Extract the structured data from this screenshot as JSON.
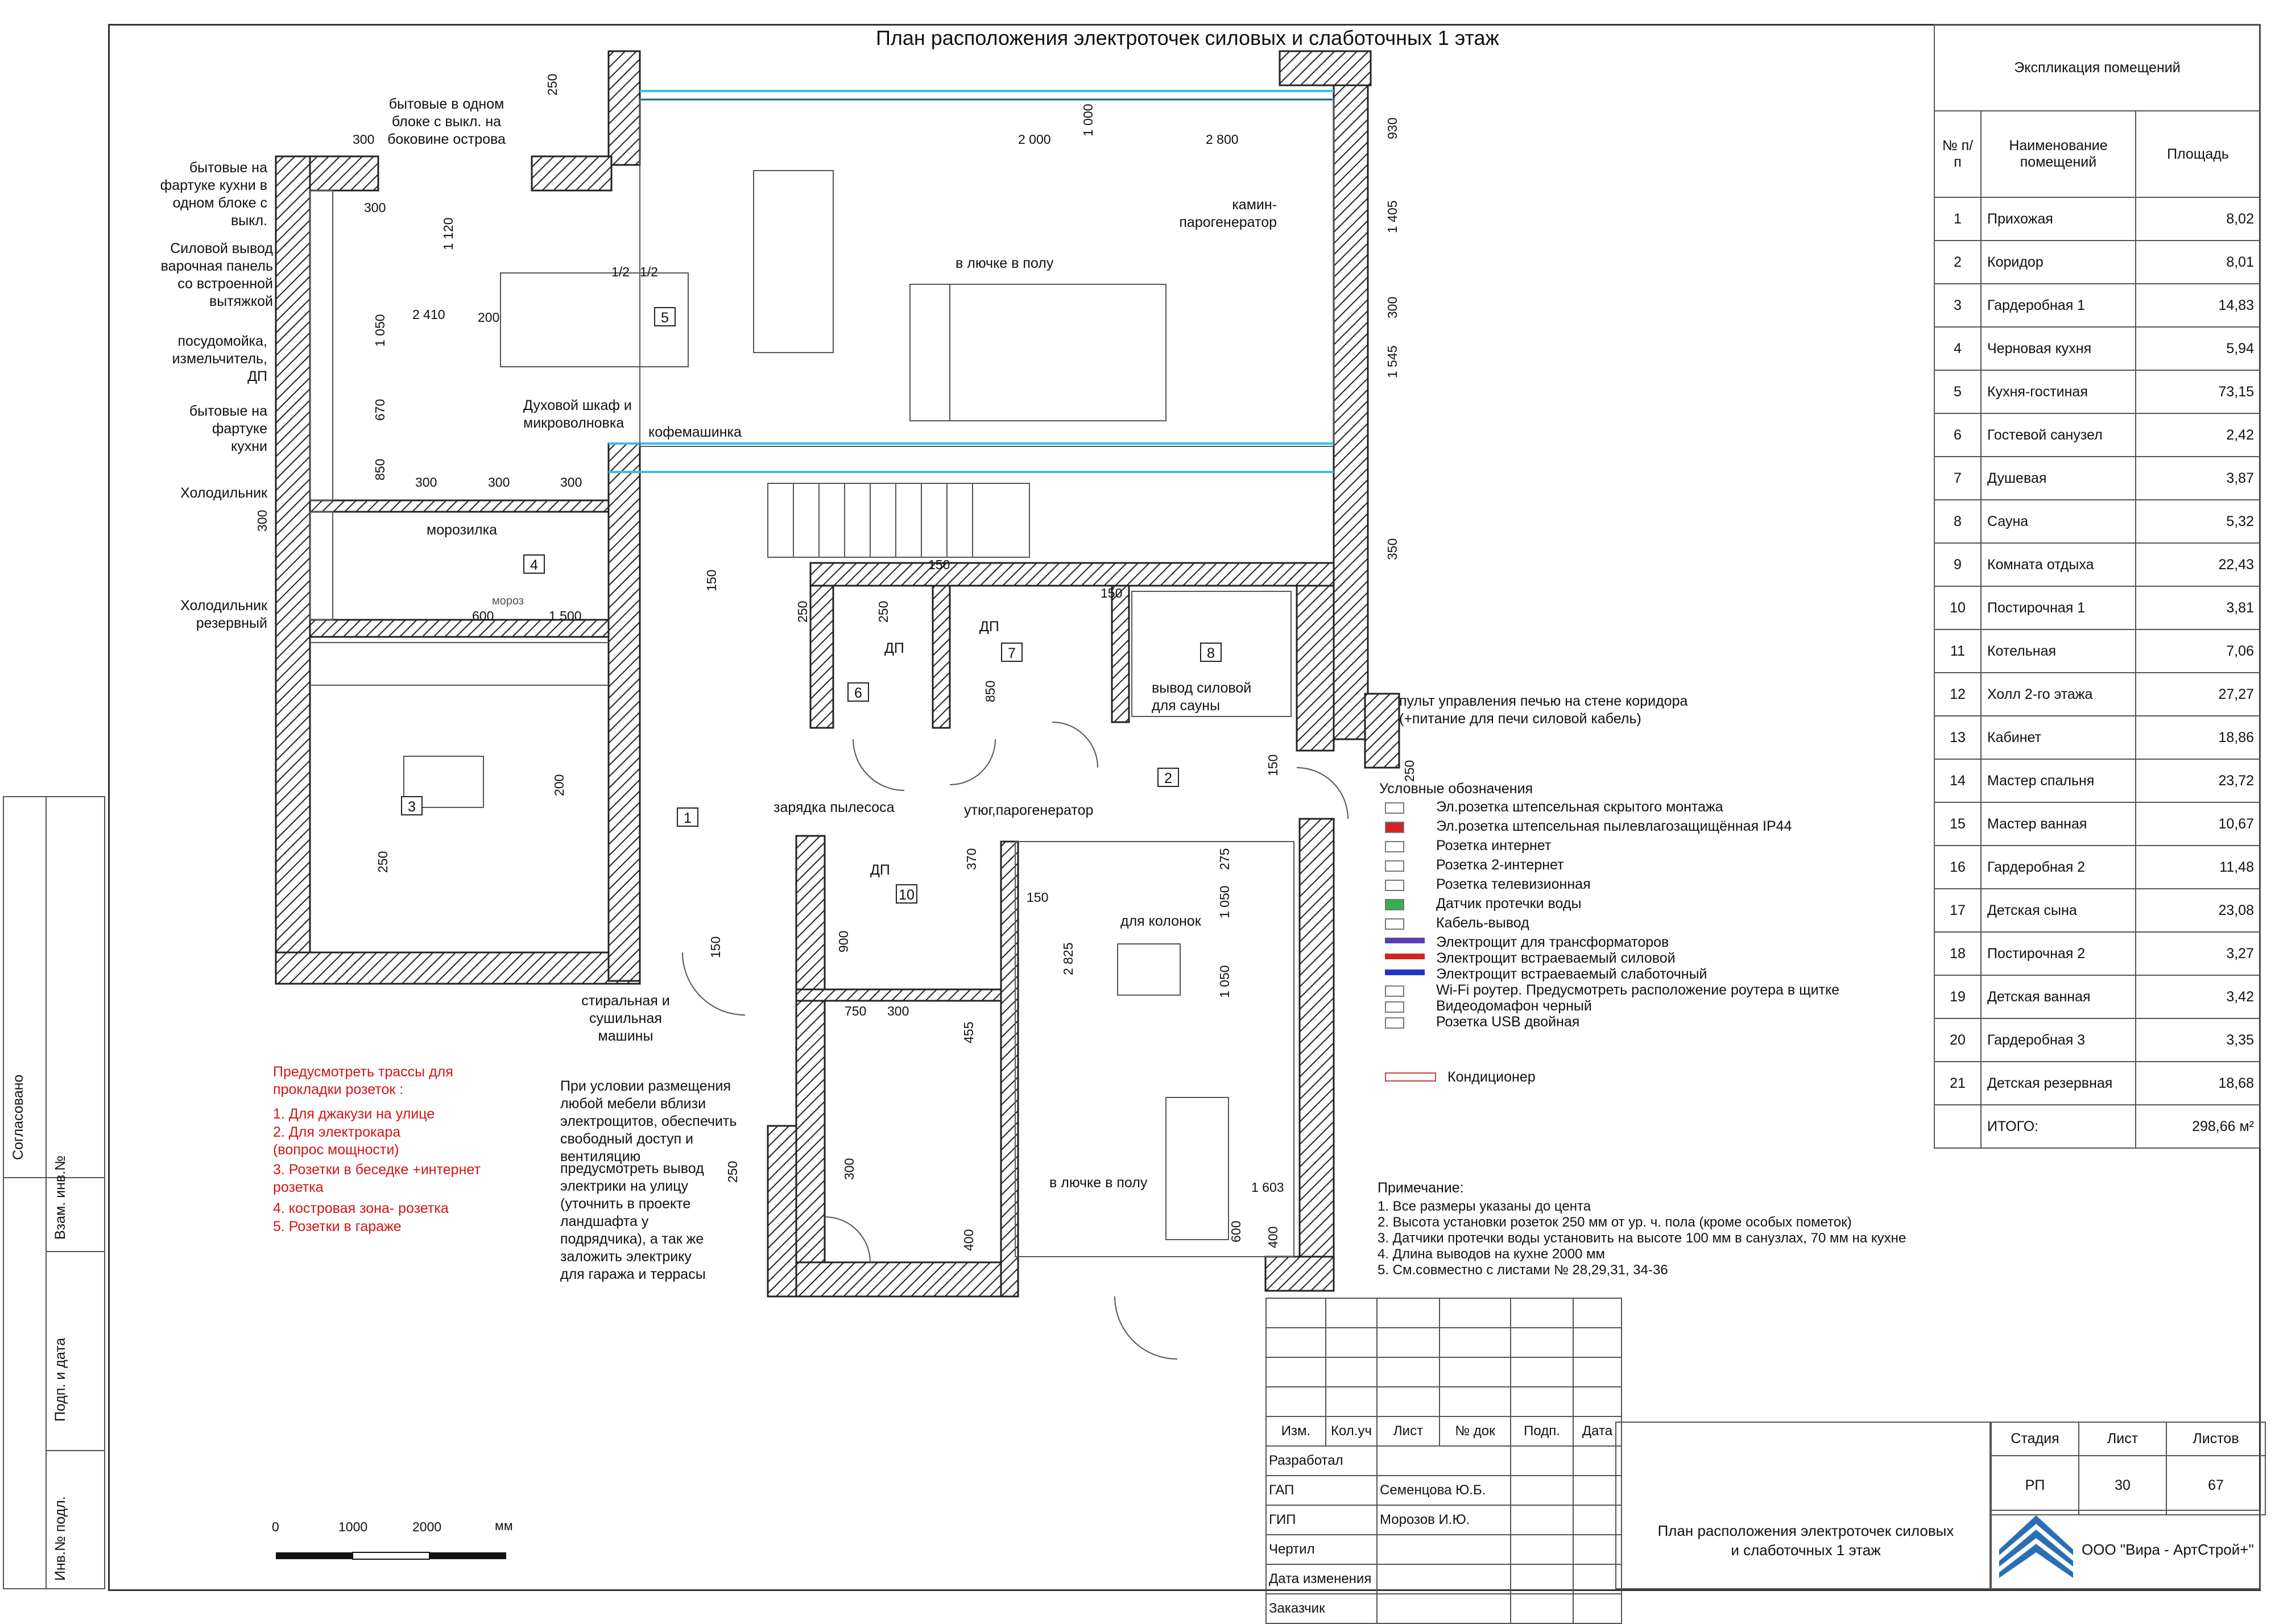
{
  "title": "План расположения электроточек силовых и слаботочных 1 этаж",
  "rooms": [
    "1",
    "2",
    "3",
    "4",
    "5",
    "6",
    "7",
    "8",
    "10"
  ],
  "annotations": {
    "a1": "бытовые в одном блоке с выкл. на боковине острова",
    "a2": "бытовые на фартуке кухни в одном блоке с выкл.",
    "a3": "Силовой вывод варочная панель со встроенной вытяжкой",
    "a4": "посудомойка, измельчитель, ДП",
    "a5": "бытовые на фартуке кухни",
    "a6": "Холодильник",
    "a7": "Холодильник резервный",
    "a8": "Духовой шкаф и микроволновка",
    "a9": "кофемашинка",
    "a10": "морозилка",
    "a11": "в лючке в полу",
    "a12": "камин-парогенератор",
    "a13": "ДП",
    "a14": "ДП",
    "a15": "вывод силовой для сауны",
    "a16": "пульт управления печью на стене коридора (+питание для печи силовой кабель)",
    "a17": "зарядка пылесоса",
    "a18": "утюг,парогенератор",
    "a19": "ДП",
    "a20": "для колонок",
    "a21": "стиральная и сушильная машины",
    "a22": "При условии размещения любой мебели вблизи электрощитов, обеспечить свободный доступ и вентиляцию",
    "a23": "предусмотреть вывод электрики на улицу (уточнить в проекте ландшафта у подрядчика), а так же заложить электрику для гаража и террасы",
    "a24": "в лючке в полу",
    "a25": "мороз"
  },
  "red_note": {
    "heading": "Предусмотреть трассы для прокладки розеток :",
    "items": [
      "1. Для джакузи на улице",
      "2. Для электрокара (вопрос мощности)",
      "3. Розетки в беседке +интернет розетка",
      "4. костровая зона- розетка",
      "5. Розетки в гараже"
    ]
  },
  "dims": {
    "d250a": "250",
    "d930": "930",
    "d300a": "300",
    "d2000": "2 000",
    "d1000": "1 000",
    "d2800": "2 800",
    "d300b": "300",
    "d1120": "1 120",
    "d1405": "1 405",
    "d12a": "1/2",
    "d12b": "1/2",
    "d2410": "2 410",
    "d200a": "200",
    "d1050a": "1 050",
    "d300c": "300",
    "d1545": "1 545",
    "d670": "670",
    "d850a": "850",
    "d300d": "300",
    "d300e": "300",
    "d300f": "300",
    "d300g": "300",
    "d350": "350",
    "d600": "600",
    "d1500": "1 500",
    "d150a": "150",
    "d250b": "250",
    "d150b": "150",
    "d250c": "250",
    "d150c": "150",
    "d850b": "850",
    "d150d": "150",
    "d250d": "250",
    "d200b": "200",
    "d250e": "250",
    "d370": "370",
    "d1050b": "1 050",
    "d275": "275",
    "d150e": "150",
    "d2825": "2 825",
    "d900": "900",
    "d750": "750",
    "d300h": "300",
    "d455": "455",
    "d1050c": "1 050",
    "d150f": "150",
    "d250f": "250",
    "d300i": "300",
    "d400a": "400",
    "d1603": "1 603",
    "d600b": "600",
    "d400b": "400"
  },
  "explication": {
    "title": "Экспликация помещений",
    "headers": [
      "№ п/п",
      "Наименование помещений",
      "Площадь"
    ],
    "rows": [
      [
        "1",
        "Прихожая",
        "8,02"
      ],
      [
        "2",
        "Коридор",
        "8,01"
      ],
      [
        "3",
        "Гардеробная 1",
        "14,83"
      ],
      [
        "4",
        "Черновая кухня",
        "5,94"
      ],
      [
        "5",
        "Кухня-гостиная",
        "73,15"
      ],
      [
        "6",
        "Гостевой санузел",
        "2,42"
      ],
      [
        "7",
        "Душевая",
        "3,87"
      ],
      [
        "8",
        "Сауна",
        "5,32"
      ],
      [
        "9",
        "Комната отдыха",
        "22,43"
      ],
      [
        "10",
        "Постирочная 1",
        "3,81"
      ],
      [
        "11",
        "Котельная",
        "7,06"
      ],
      [
        "12",
        "Холл 2-го этажа",
        "27,27"
      ],
      [
        "13",
        "Кабинет",
        "18,86"
      ],
      [
        "14",
        "Мастер спальня",
        "23,72"
      ],
      [
        "15",
        "Мастер ванная",
        "10,67"
      ],
      [
        "16",
        "Гардеробная 2",
        "11,48"
      ],
      [
        "17",
        "Детская сына",
        "23,08"
      ],
      [
        "18",
        "Постирочная 2",
        "3,27"
      ],
      [
        "19",
        "Детская ванная",
        "3,42"
      ],
      [
        "20",
        "Гардеробная 3",
        "3,35"
      ],
      [
        "21",
        "Детская резервная",
        "18,68"
      ]
    ],
    "total_label": "ИТОГО:",
    "total_value": "298,66 м²"
  },
  "legend": {
    "title": "Условные обозначения",
    "items": [
      "Эл.розетка штепсельная скрытого монтажа",
      "Эл.розетка штепсельная пылевлагозащищённая IP44",
      "Розетка интернет",
      "Розетка 2-интернет",
      "Розетка телевизионная",
      "Датчик протечки воды",
      "Кабель-вывод",
      "Электрощит для трансформаторов",
      "Электрощит встраеваемый силовой",
      "Электрощит встраеваемый слаботочный",
      "Wi-Fi роутер. Предусмотреть расположение роутера в щитке",
      "Видеодомафон черный",
      "Розетка USB двойная",
      "Кондиционер"
    ],
    "colors": {
      "trans": "#5a3fb0",
      "power": "#d22222",
      "low": "#2233cc",
      "ac": "#c84040"
    }
  },
  "notes": {
    "title": "Примечание:",
    "items": [
      "1. Все размеры указаны до цента",
      "2. Высота установки розеток 250 мм от ур. ч. пола (кроме особых пометок)",
      "3. Датчики протечки воды установить на высоте 100 мм в санузлах, 70 мм  на кухне",
      "4. Длина выводов на кухне 2000 мм",
      "5. См.совместно с листами № 28,29,31, 34-36"
    ]
  },
  "stamp": {
    "cols": [
      "Изм.",
      "Кол.уч",
      "Лист",
      "№ док",
      "Подп.",
      "Дата"
    ],
    "roles": [
      "Разработал",
      "ГАП",
      "ГИП",
      "Чертил",
      "Дата изменения",
      "Заказчик"
    ],
    "names": [
      "",
      "Семенцова Ю.Б.",
      "Морозов И.Ю.",
      "",
      "",
      ""
    ],
    "stage_headers": [
      "Стадия",
      "Лист",
      "Листов"
    ],
    "stage_values": [
      "РП",
      "30",
      "67"
    ],
    "sheet_title": "План расположения электроточек силовых и слаботочных 1 этаж",
    "company": "ООО \"Вира - АртСтрой+\""
  },
  "side_stamp": [
    "Согласовано",
    "Взам. инв.№",
    "Подп. и дата",
    "Инв.№ подл."
  ],
  "scale": {
    "t0": "0",
    "t1": "1000",
    "t2": "2000",
    "unit": "мм"
  }
}
